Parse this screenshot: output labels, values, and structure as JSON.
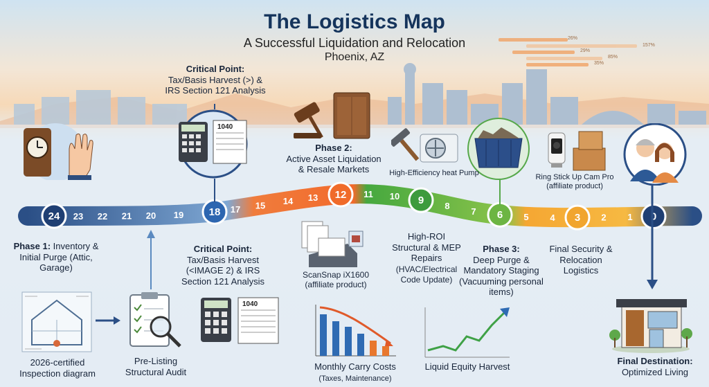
{
  "header": {
    "title": "The Logistics Map",
    "subtitle": "A Successful Liquidation and Relocation",
    "location": "Phoenix, AZ",
    "mini_stats": [
      "26%",
      "157%",
      "29%",
      "85%",
      "35%"
    ]
  },
  "timeline": {
    "steps": [
      "24",
      "23",
      "22",
      "21",
      "20",
      "19",
      "18",
      "17",
      "15",
      "14",
      "13",
      "12",
      "11",
      "10",
      "9",
      "8",
      "7",
      "6",
      "5",
      "4",
      "3",
      "2",
      "1",
      "0"
    ]
  },
  "callouts": {
    "critical_top_title": "Critical Point:",
    "critical_top_body": "Tax/Basis Harvest (>) & IRS Section 121 Analysis",
    "phase2_title": "Phase 2:",
    "phase2_body": "Active Asset Liquidation & Resale Markets",
    "heat_pump": "High-Efficiency heat Pump",
    "ring_cam": "Ring Stick Up Cam Pro (affiliate product)",
    "phase1_title": "Phase 1:",
    "phase1_body": "Inventory & Initial Purge (Attic, Garage)",
    "critical_bottom_title": "Critical Point:",
    "critical_bottom_body": "Tax/Basis Harvest (<IMAGE 2) & IRS Section 121 Analysis",
    "scansnap": "ScanSnap iX1600 (affiliate product)",
    "roi_title": "High-ROI Structural & MEP Repairs",
    "roi_body": "(HVAC/Electrical Code Update)",
    "phase3_title": "Phase 3:",
    "phase3_body": "Deep Purge & Mandatory Staging (Vacuuming personal items)",
    "final_security": "Final Security & Relocation Logistics"
  },
  "bottom": {
    "inspection": "2026-certified Inspection diagram",
    "audit": "Pre-Listing Structural Audit",
    "carry_title": "Monthly Carry Costs",
    "carry_sub": "(Taxes, Maintenance)",
    "equity": "Liquid Equity Harvest",
    "dest_title": "Final Destination:",
    "dest_sub": "Optimized Living"
  },
  "icons": {
    "form_label": "1040"
  }
}
